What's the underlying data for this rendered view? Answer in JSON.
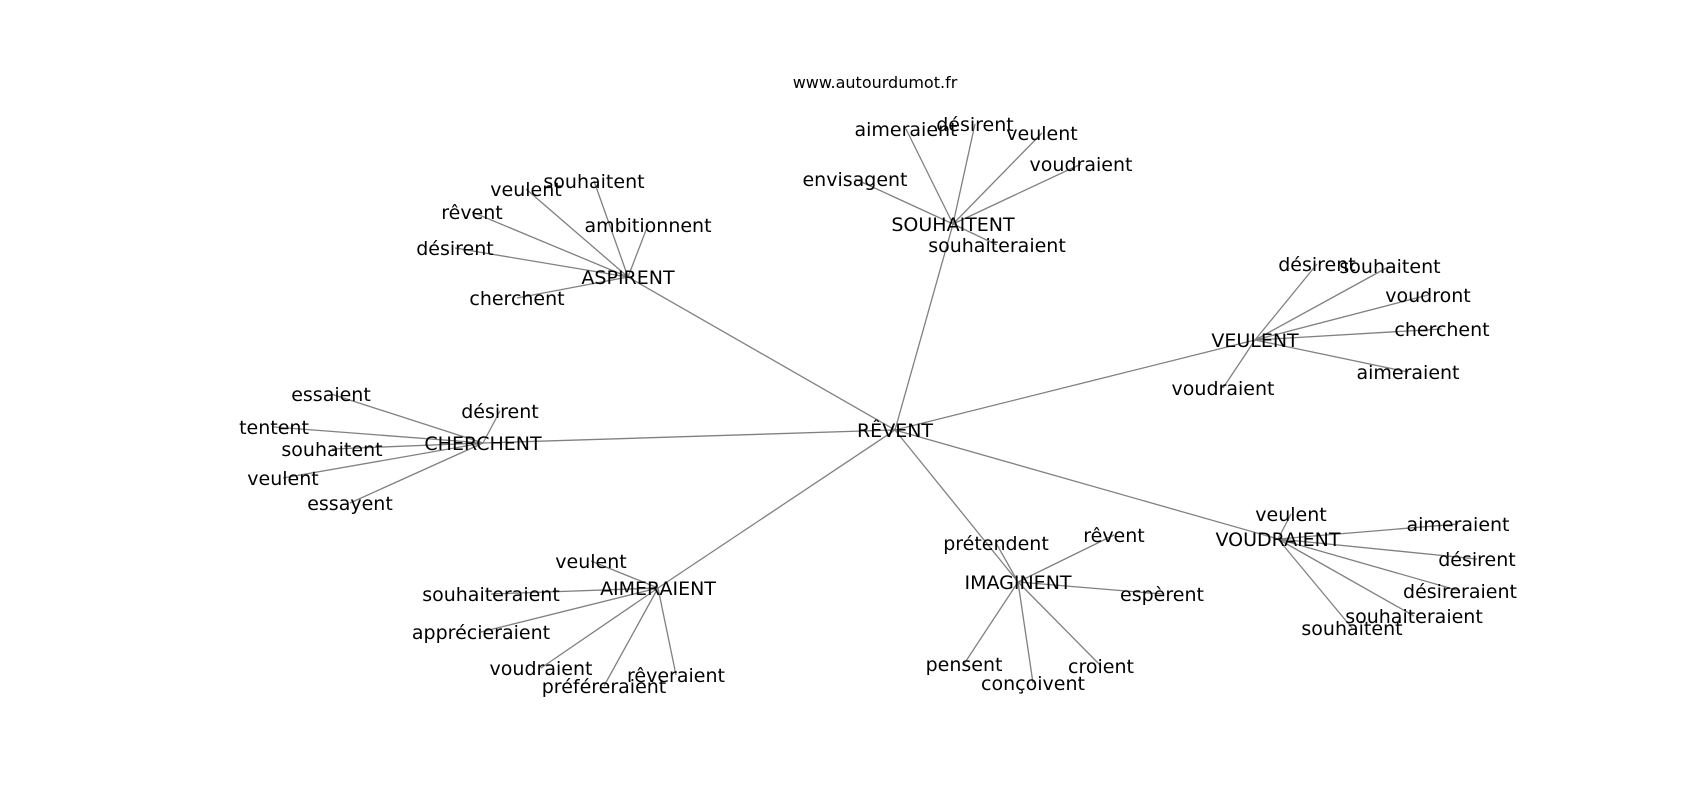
{
  "source": "www.autourdumot.fr",
  "center": "RÊVENT",
  "hubs": [
    {
      "label": "ASPIRENT",
      "children": [
        "veulent",
        "souhaitent",
        "rêvent",
        "ambitionnent",
        "désirent",
        "cherchent"
      ]
    },
    {
      "label": "SOUHAITENT",
      "children": [
        "aimeraient",
        "désirent",
        "veulent",
        "voudraient",
        "envisagent",
        "souhaiteraient"
      ]
    },
    {
      "label": "VEULENT",
      "children": [
        "désirent",
        "souhaitent",
        "voudront",
        "cherchent",
        "aimeraient",
        "voudraient"
      ]
    },
    {
      "label": "CHERCHENT",
      "children": [
        "essaient",
        "désirent",
        "tentent",
        "souhaitent",
        "veulent",
        "essayent"
      ]
    },
    {
      "label": "AIMERAIENT",
      "children": [
        "veulent",
        "souhaiteraient",
        "apprécieraient",
        "voudraient",
        "rêveraient",
        "préféreraient"
      ]
    },
    {
      "label": "IMAGINENT",
      "children": [
        "prétendent",
        "rêvent",
        "espèrent",
        "pensent",
        "croient",
        "conçoivent"
      ]
    },
    {
      "label": "VOUDRAIENT",
      "children": [
        "veulent",
        "aimeraient",
        "désirent",
        "désireraient",
        "souhaiteraient",
        "souhaitent"
      ]
    }
  ]
}
